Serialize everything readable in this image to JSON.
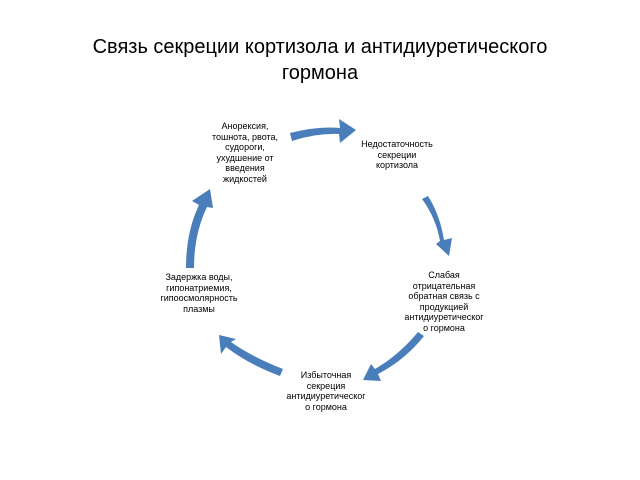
{
  "slide": {
    "title_line1": "Связь  секреции кортизола и антидиуретического",
    "title_line2": "гормона"
  },
  "cycle": {
    "arrow_color": "#4a7ebb",
    "nodes": [
      {
        "label": "Анорексия,\nтошнота, рвота,\nсудороги,\nухудшение от\nвведения\nжидкостей"
      },
      {
        "label": "Недостаточность\nсекреции\nкортизола"
      },
      {
        "label": "Слабая\nотрицательная\nобратная связь с\nпродукцией\nантидиуретическог\nо гормона"
      },
      {
        "label": "Избыточная\nсекреция\nантидиуретическог\nо гормона"
      },
      {
        "label": "Задержка воды,\nгипонатриемия,\nгипоосмолярность\nплазмы"
      }
    ]
  }
}
